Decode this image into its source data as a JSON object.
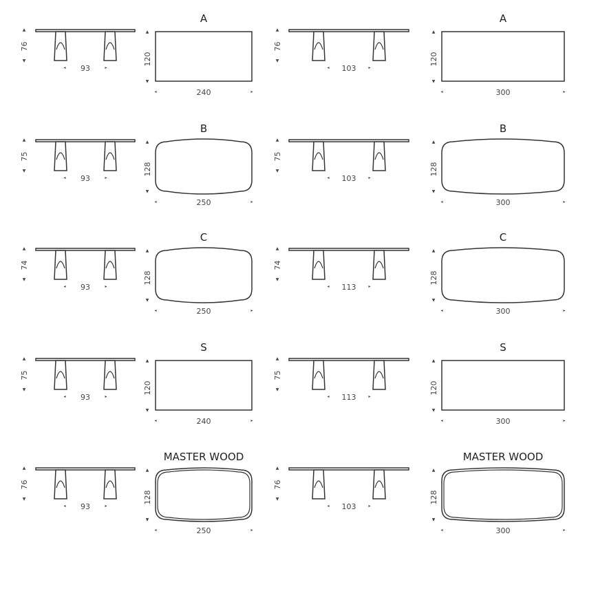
{
  "colors": {
    "stroke": "#333333",
    "text": "#444444",
    "background": "#ffffff"
  },
  "tables": [
    {
      "title": "A",
      "height": "76",
      "leg_span": "93",
      "depth": "120",
      "length": "240",
      "shape": "rect"
    },
    {
      "title": "A",
      "height": "76",
      "leg_span": "103",
      "depth": "120",
      "length": "300",
      "shape": "rect"
    },
    {
      "title": "B",
      "height": "75",
      "leg_span": "93",
      "depth": "128",
      "length": "250",
      "shape": "barrel"
    },
    {
      "title": "B",
      "height": "75",
      "leg_span": "103",
      "depth": "128",
      "length": "300",
      "shape": "barrel"
    },
    {
      "title": "C",
      "height": "74",
      "leg_span": "93",
      "depth": "128",
      "length": "250",
      "shape": "barrel"
    },
    {
      "title": "C",
      "height": "74",
      "leg_span": "113",
      "depth": "128",
      "length": "300",
      "shape": "barrel"
    },
    {
      "title": "S",
      "height": "75",
      "leg_span": "93",
      "depth": "120",
      "length": "240",
      "shape": "rect"
    },
    {
      "title": "S",
      "height": "75",
      "leg_span": "113",
      "depth": "120",
      "length": "300",
      "shape": "rect"
    },
    {
      "title": "MASTER WOOD",
      "height": "76",
      "leg_span": "93",
      "depth": "128",
      "length": "250",
      "shape": "master"
    },
    {
      "title": "MASTER WOOD",
      "height": "76",
      "leg_span": "103",
      "depth": "128",
      "length": "300",
      "shape": "master"
    }
  ]
}
